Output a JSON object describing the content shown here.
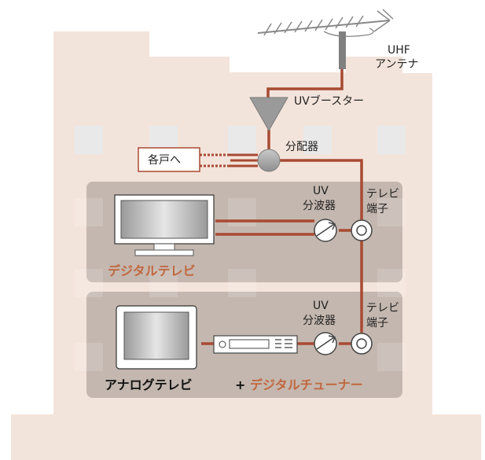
{
  "labels": {
    "antenna_line1": "UHF",
    "antenna_line2": "アンテナ",
    "booster": "UVブースター",
    "splitter": "分配器",
    "each_home": "各戸へ",
    "uv_line1_a": "UV",
    "uv_line2_a": "分波器",
    "terminal_line1_a": "テレビ",
    "terminal_line2_a": "端子",
    "digital_tv": "デジタルテレビ",
    "uv_line1_b": "UV",
    "uv_line2_b": "分波器",
    "terminal_line1_b": "テレビ",
    "terminal_line2_b": "端子",
    "analog_tv": "アナログテレビ",
    "plus": "+",
    "digital_tuner": "デジタルチューナー"
  },
  "colors": {
    "building": "#f3e4db",
    "window": "#e8e8e8",
    "panel": "#9c928b",
    "cable": "#a84a33",
    "accent_text": "#c0673f",
    "device_gray": "#a4a4a4",
    "dark_text": "#111111"
  },
  "icons": [
    "antenna-icon",
    "booster-icon",
    "splitter-icon",
    "tv-icon",
    "tuner-icon",
    "uv-splitter-icon",
    "tv-terminal-icon"
  ]
}
